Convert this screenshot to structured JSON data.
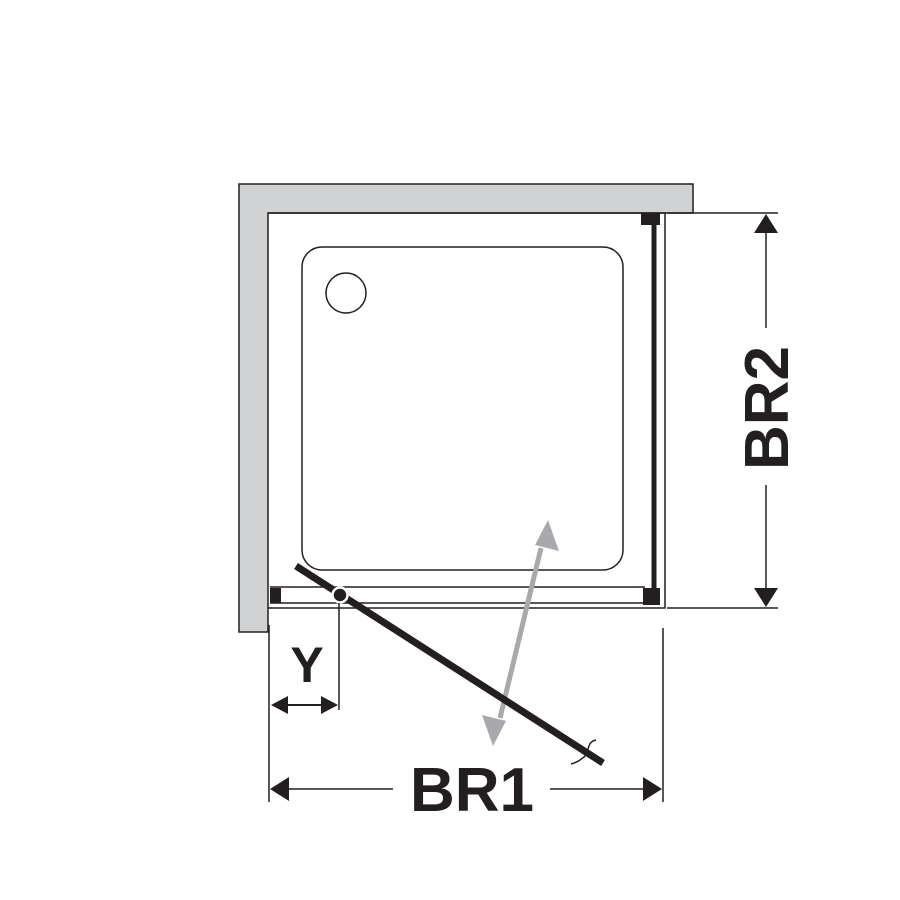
{
  "diagram": {
    "labels": {
      "width": "BR1",
      "depth": "BR2",
      "hinge_offset": "Y"
    },
    "colors": {
      "wall": "#d1d2d4",
      "line": "#231f20",
      "swing_arrow": "#a7a9ac"
    }
  }
}
